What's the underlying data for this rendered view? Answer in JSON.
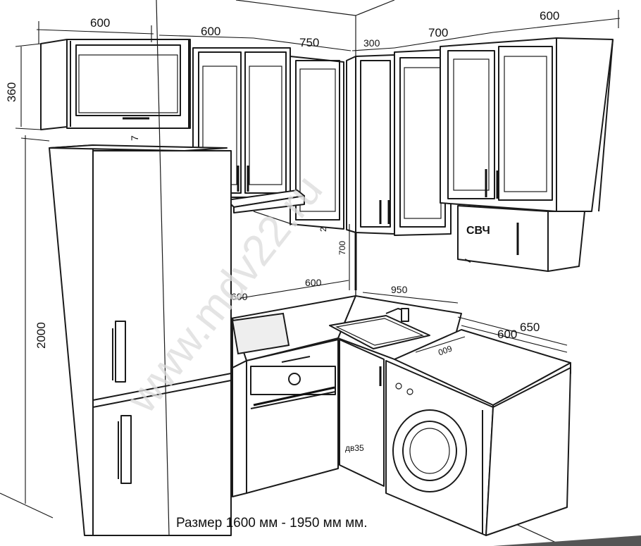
{
  "caption": "Размер 1600 мм - 1950 мм мм.",
  "watermark": "www.mdv22.ru",
  "labels": {
    "microwave": "СВЧ",
    "dishwasher": "дв35"
  },
  "dimensions": {
    "upper_left_width": "600",
    "upper_top_1": "600",
    "upper_top_2": "750",
    "upper_corner": "300",
    "upper_right_1": "700",
    "upper_right_2": "600",
    "upper_height": "360",
    "gap": "7",
    "fridge_height": "2000",
    "backsplash_height": "700",
    "backsplash_mark": "2",
    "counter_depth_left": "600",
    "counter_left": "600",
    "counter_sink": "950",
    "counter_depth_outer": "650",
    "counter_depth_inner": "600",
    "counter_side": "600"
  }
}
